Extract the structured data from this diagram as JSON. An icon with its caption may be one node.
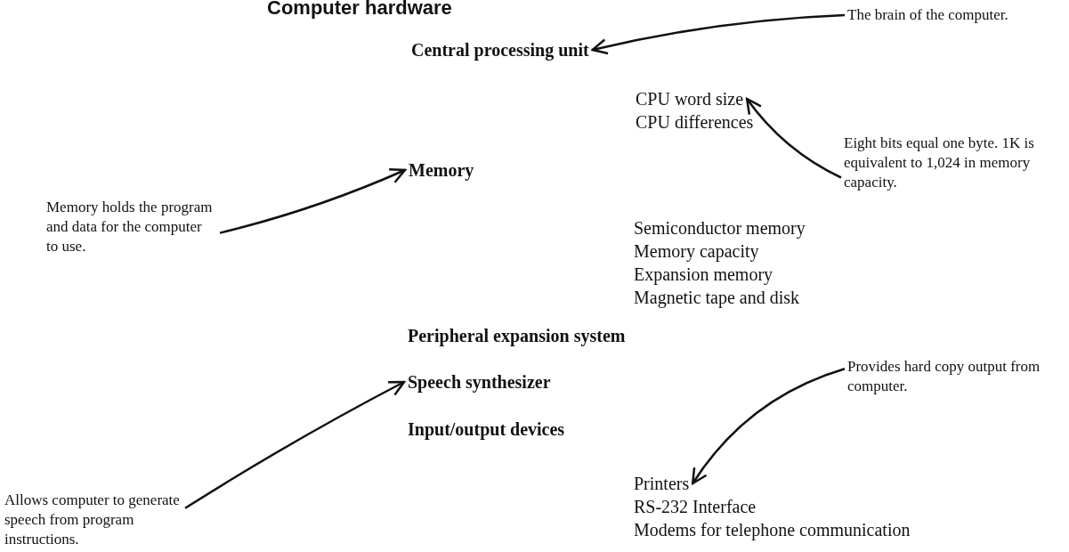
{
  "diagram": {
    "title": "Computer hardware",
    "nodes": [
      {
        "text": [
          "Central processing unit"
        ]
      },
      {
        "text": [
          "The brain of the computer."
        ]
      },
      {
        "text": [
          "CPU word size"
        ]
      },
      {
        "text": [
          "Eight bits equal one byte. 1K is equivalent to 1,024 in memory capacity."
        ]
      },
      {
        "text": [
          "Memory"
        ]
      },
      {
        "text": [
          "Memory holds the program and data for the computer to use."
        ]
      },
      {
        "text": [
          "Speech synthesizer"
        ]
      },
      {
        "text": [
          "Allows computer to generate speech from program instructions."
        ]
      },
      {
        "text": [
          "Provides hard copy output from computer."
        ]
      },
      {
        "text": [
          "Printers"
        ]
      }
    ],
    "edges": [
      {
        "from": 1,
        "to": 0,
        "arrow": "to"
      },
      {
        "from": 3,
        "to": 2,
        "arrow": "to"
      },
      {
        "from": 5,
        "to": 4,
        "arrow": "to"
      },
      {
        "from": 7,
        "to": 6,
        "arrow": "to"
      },
      {
        "from": 8,
        "to": 9,
        "arrow": "to"
      }
    ],
    "labels": [
      "CPU differences",
      "Semiconductor memory",
      "Memory capacity",
      "Expansion memory",
      "Magnetic tape and disk",
      "Peripheral expansion system",
      "Input/output devices",
      "RS-232 Interface",
      "Modems for telephone communication"
    ]
  }
}
